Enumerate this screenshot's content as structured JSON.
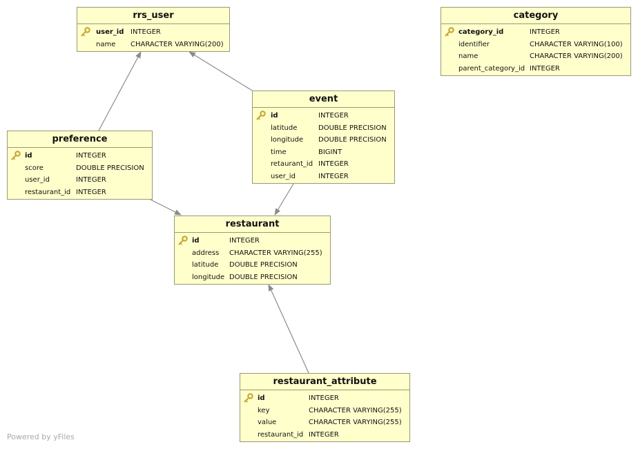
{
  "entities": [
    {
      "id": "rrs_user",
      "title": "rrs_user",
      "columns": [
        {
          "name": "user_id",
          "type": "INTEGER",
          "pk": true
        },
        {
          "name": "name",
          "type": "CHARACTER VARYING(200)",
          "pk": false
        }
      ]
    },
    {
      "id": "category",
      "title": "category",
      "columns": [
        {
          "name": "category_id",
          "type": "INTEGER",
          "pk": true
        },
        {
          "name": "identifier",
          "type": "CHARACTER VARYING(100)",
          "pk": false
        },
        {
          "name": "name",
          "type": "CHARACTER VARYING(200)",
          "pk": false
        },
        {
          "name": "parent_category_id",
          "type": "INTEGER",
          "pk": false
        }
      ]
    },
    {
      "id": "event",
      "title": "event",
      "columns": [
        {
          "name": "id",
          "type": "INTEGER",
          "pk": true
        },
        {
          "name": "latitude",
          "type": "DOUBLE PRECISION",
          "pk": false
        },
        {
          "name": "longitude",
          "type": "DOUBLE PRECISION",
          "pk": false
        },
        {
          "name": "time",
          "type": "BIGINT",
          "pk": false
        },
        {
          "name": "retaurant_id",
          "type": "INTEGER",
          "pk": false
        },
        {
          "name": "user_id",
          "type": "INTEGER",
          "pk": false
        }
      ]
    },
    {
      "id": "preference",
      "title": "preference",
      "columns": [
        {
          "name": "id",
          "type": "INTEGER",
          "pk": true
        },
        {
          "name": "score",
          "type": "DOUBLE PRECISION",
          "pk": false
        },
        {
          "name": "user_id",
          "type": "INTEGER",
          "pk": false
        },
        {
          "name": "restaurant_id",
          "type": "INTEGER",
          "pk": false
        }
      ]
    },
    {
      "id": "restaurant",
      "title": "restaurant",
      "columns": [
        {
          "name": "id",
          "type": "INTEGER",
          "pk": true
        },
        {
          "name": "address",
          "type": "CHARACTER VARYING(255)",
          "pk": false
        },
        {
          "name": "latitude",
          "type": "DOUBLE PRECISION",
          "pk": false
        },
        {
          "name": "longitude",
          "type": "DOUBLE PRECISION",
          "pk": false
        }
      ]
    },
    {
      "id": "restaurant_attribute",
      "title": "restaurant_attribute",
      "columns": [
        {
          "name": "id",
          "type": "INTEGER",
          "pk": true
        },
        {
          "name": "key",
          "type": "CHARACTER VARYING(255)",
          "pk": false
        },
        {
          "name": "value",
          "type": "CHARACTER VARYING(255)",
          "pk": false
        },
        {
          "name": "restaurant_id",
          "type": "INTEGER",
          "pk": false
        }
      ]
    }
  ],
  "relations": [
    {
      "from": "preference",
      "to": "rrs_user"
    },
    {
      "from": "event",
      "to": "rrs_user"
    },
    {
      "from": "preference",
      "to": "restaurant"
    },
    {
      "from": "event",
      "to": "restaurant"
    },
    {
      "from": "restaurant_attribute",
      "to": "restaurant"
    }
  ],
  "colors": {
    "entity_fill": "#ffffcc",
    "entity_border": "#9a9a72",
    "edge": "#8a8a8a",
    "key_icon": "#c9a227"
  },
  "watermark": "Powered by yFiles"
}
